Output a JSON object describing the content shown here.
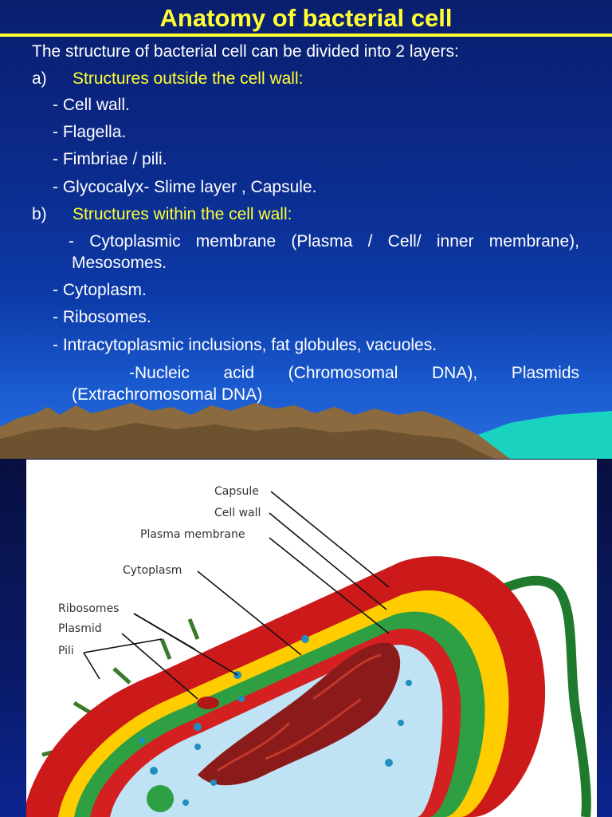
{
  "slide": {
    "title": "Anatomy of bacterial cell",
    "intro": "The structure of bacterial  cell can be divided into 2 layers:",
    "section_a": {
      "marker": "a)",
      "heading": "Structures outside the cell wall:",
      "items": [
        "- Cell wall.",
        "- Flagella.",
        "- Fimbriae / pili.",
        "- Glycocalyx- Slime layer , Capsule."
      ]
    },
    "section_b": {
      "marker": "b)",
      "heading": "Structures within the cell wall:",
      "membrane_item": "- Cytoplasmic membrane (Plasma / Cell/ inner membrane), Mesosomes.",
      "items": [
        "- Cytoplasm.",
        "- Ribosomes.",
        "- Intracytoplasmic inclusions, fat globules, vacuoles."
      ],
      "nucleic_item": "-Nucleic acid (Chromosomal DNA), Plasmids (Extrachromosomal DNA)"
    }
  },
  "diagram": {
    "labels": {
      "capsule": "Capsule",
      "cell_wall": "Cell wall",
      "plasma_membrane": "Plasma membrane",
      "cytoplasm": "Cytoplasm",
      "ribosomes": "Ribosomes",
      "plasmid": "Plasmid",
      "pili": "Pili"
    },
    "colors": {
      "capsule": "#cc1a1a",
      "cell_wall": "#ffcc00",
      "plasma_membrane": "#2ea043",
      "cytoplasm": "#bfe3f5",
      "nucleoid": "#8b1a1a",
      "flagellum": "#1f7a2e"
    }
  }
}
